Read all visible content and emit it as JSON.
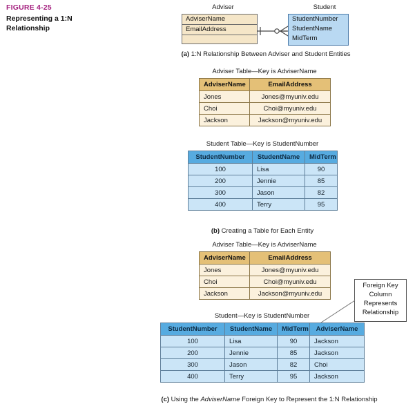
{
  "figure": {
    "number": "FIGURE 4-25",
    "title": "Representing a 1:N\nRelationship",
    "title_line1": "Representing a 1:N",
    "title_line2": "Relationship",
    "accent_color": "#a4207f"
  },
  "colors": {
    "tan_header": "#e4c077",
    "tan_cell": "#fbf1dd",
    "blue_header": "#57abe0",
    "blue_cell": "#cbe5f7",
    "entity_adviser_fill": "#f5e6c8",
    "entity_student_fill": "#b9d9f2",
    "border": "#8a8a8a"
  },
  "er_diagram": {
    "adviser_entity": {
      "label": "Adviser",
      "attributes": [
        "AdviserName",
        "EmailAddress"
      ]
    },
    "student_entity": {
      "label": "Student",
      "attributes": [
        "StudentNumber",
        "StudentName",
        "MidTerm"
      ]
    },
    "relationship": {
      "left_cardinality": "one-mandatory-tick",
      "right_cardinality": "optional-many-crowsfoot",
      "notation": "1:N"
    }
  },
  "captions": {
    "a_letter": "(a)",
    "a_text": "1:N Relationship Between Adviser and Student Entities",
    "b_letter": "(b)",
    "b_text": "Creating a Table for Each Entity",
    "c_letter": "(c)",
    "c_prefix": "Using the ",
    "c_italic": "AdviserName",
    "c_suffix": " Foreign Key to Represent the 1:N Relationship"
  },
  "section_b": {
    "adviser_table": {
      "title": "Adviser Table—Key is AdviserName",
      "columns": [
        "AdviserName",
        "EmailAddress"
      ],
      "rows": [
        [
          "Jones",
          "Jones@myuniv.edu"
        ],
        [
          "Choi",
          "Choi@myuniv.edu"
        ],
        [
          "Jackson",
          "Jackson@myuniv.edu"
        ]
      ]
    },
    "student_table": {
      "title": "Student Table—Key is StudentNumber",
      "columns": [
        "StudentNumber",
        "StudentName",
        "MidTerm"
      ],
      "rows": [
        [
          "100",
          "Lisa",
          "90"
        ],
        [
          "200",
          "Jennie",
          "85"
        ],
        [
          "300",
          "Jason",
          "82"
        ],
        [
          "400",
          "Terry",
          "95"
        ]
      ]
    }
  },
  "section_c": {
    "adviser_table": {
      "title": "Adviser Table—Key is AdviserName",
      "columns": [
        "AdviserName",
        "EmailAddress"
      ],
      "rows": [
        [
          "Jones",
          "Jones@myuniv.edu"
        ],
        [
          "Choi",
          "Choi@myuniv.edu"
        ],
        [
          "Jackson",
          "Jackson@myuniv.edu"
        ]
      ]
    },
    "student_table": {
      "title": "Student—Key is StudentNumber",
      "columns": [
        "StudentNumber",
        "StudentName",
        "MidTerm",
        "AdviserName"
      ],
      "rows": [
        [
          "100",
          "Lisa",
          "90",
          "Jackson"
        ],
        [
          "200",
          "Jennie",
          "85",
          "Jackson"
        ],
        [
          "300",
          "Jason",
          "82",
          "Choi"
        ],
        [
          "400",
          "Terry",
          "95",
          "Jackson"
        ]
      ]
    },
    "callout": {
      "line1": "Foreign Key",
      "line2": "Column",
      "line3": "Represents",
      "line4": "Relationship"
    }
  }
}
